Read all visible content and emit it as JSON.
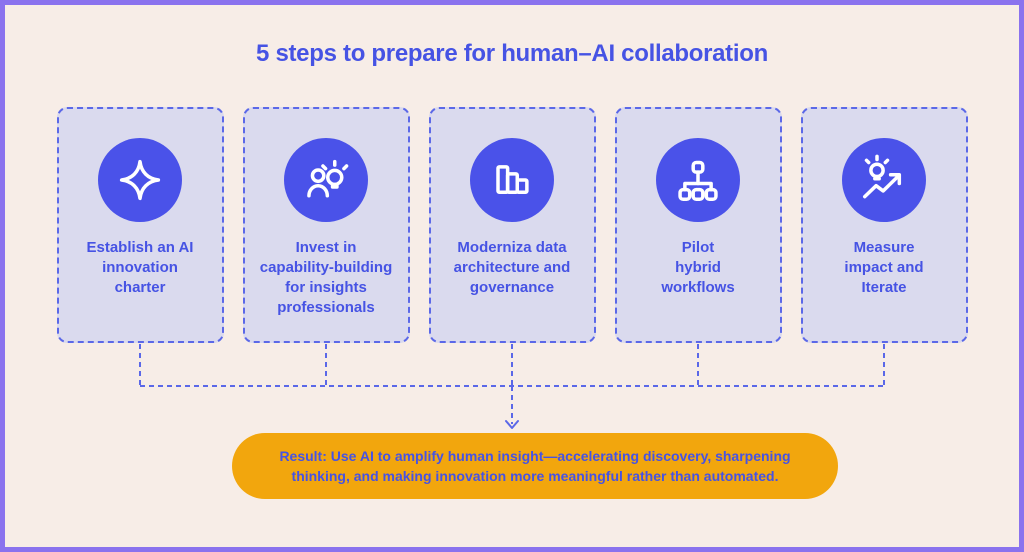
{
  "title": "5 steps to prepare for human–AI collaboration",
  "steps": [
    {
      "icon": "sparkle-icon",
      "label": "Establish an AI\ninnovation\ncharter"
    },
    {
      "icon": "person-idea-icon",
      "label": "Invest in\ncapability-building\nfor insights\nprofessionals"
    },
    {
      "icon": "bar-chart-icon",
      "label": "Moderniza data\narchitecture and\ngovernance"
    },
    {
      "icon": "org-chart-icon",
      "label": "Pilot\nhybrid\nworkflows"
    },
    {
      "icon": "bulb-growth-icon",
      "label": "Measure\nimpact and\nIterate"
    }
  ],
  "result_text": "Result: Use AI to amplify human insight—accelerating discovery, sharpening\nthinking, and making innovation more meaningful rather than automated.",
  "colors": {
    "background": "#F7EDE7",
    "frame_border": "#8A72EE",
    "card_background": "#DADAEE",
    "dashed_line": "#5B68E8",
    "icon_circle": "#4A52E9",
    "text_primary": "#4653E4",
    "result_background": "#F2A60D"
  }
}
